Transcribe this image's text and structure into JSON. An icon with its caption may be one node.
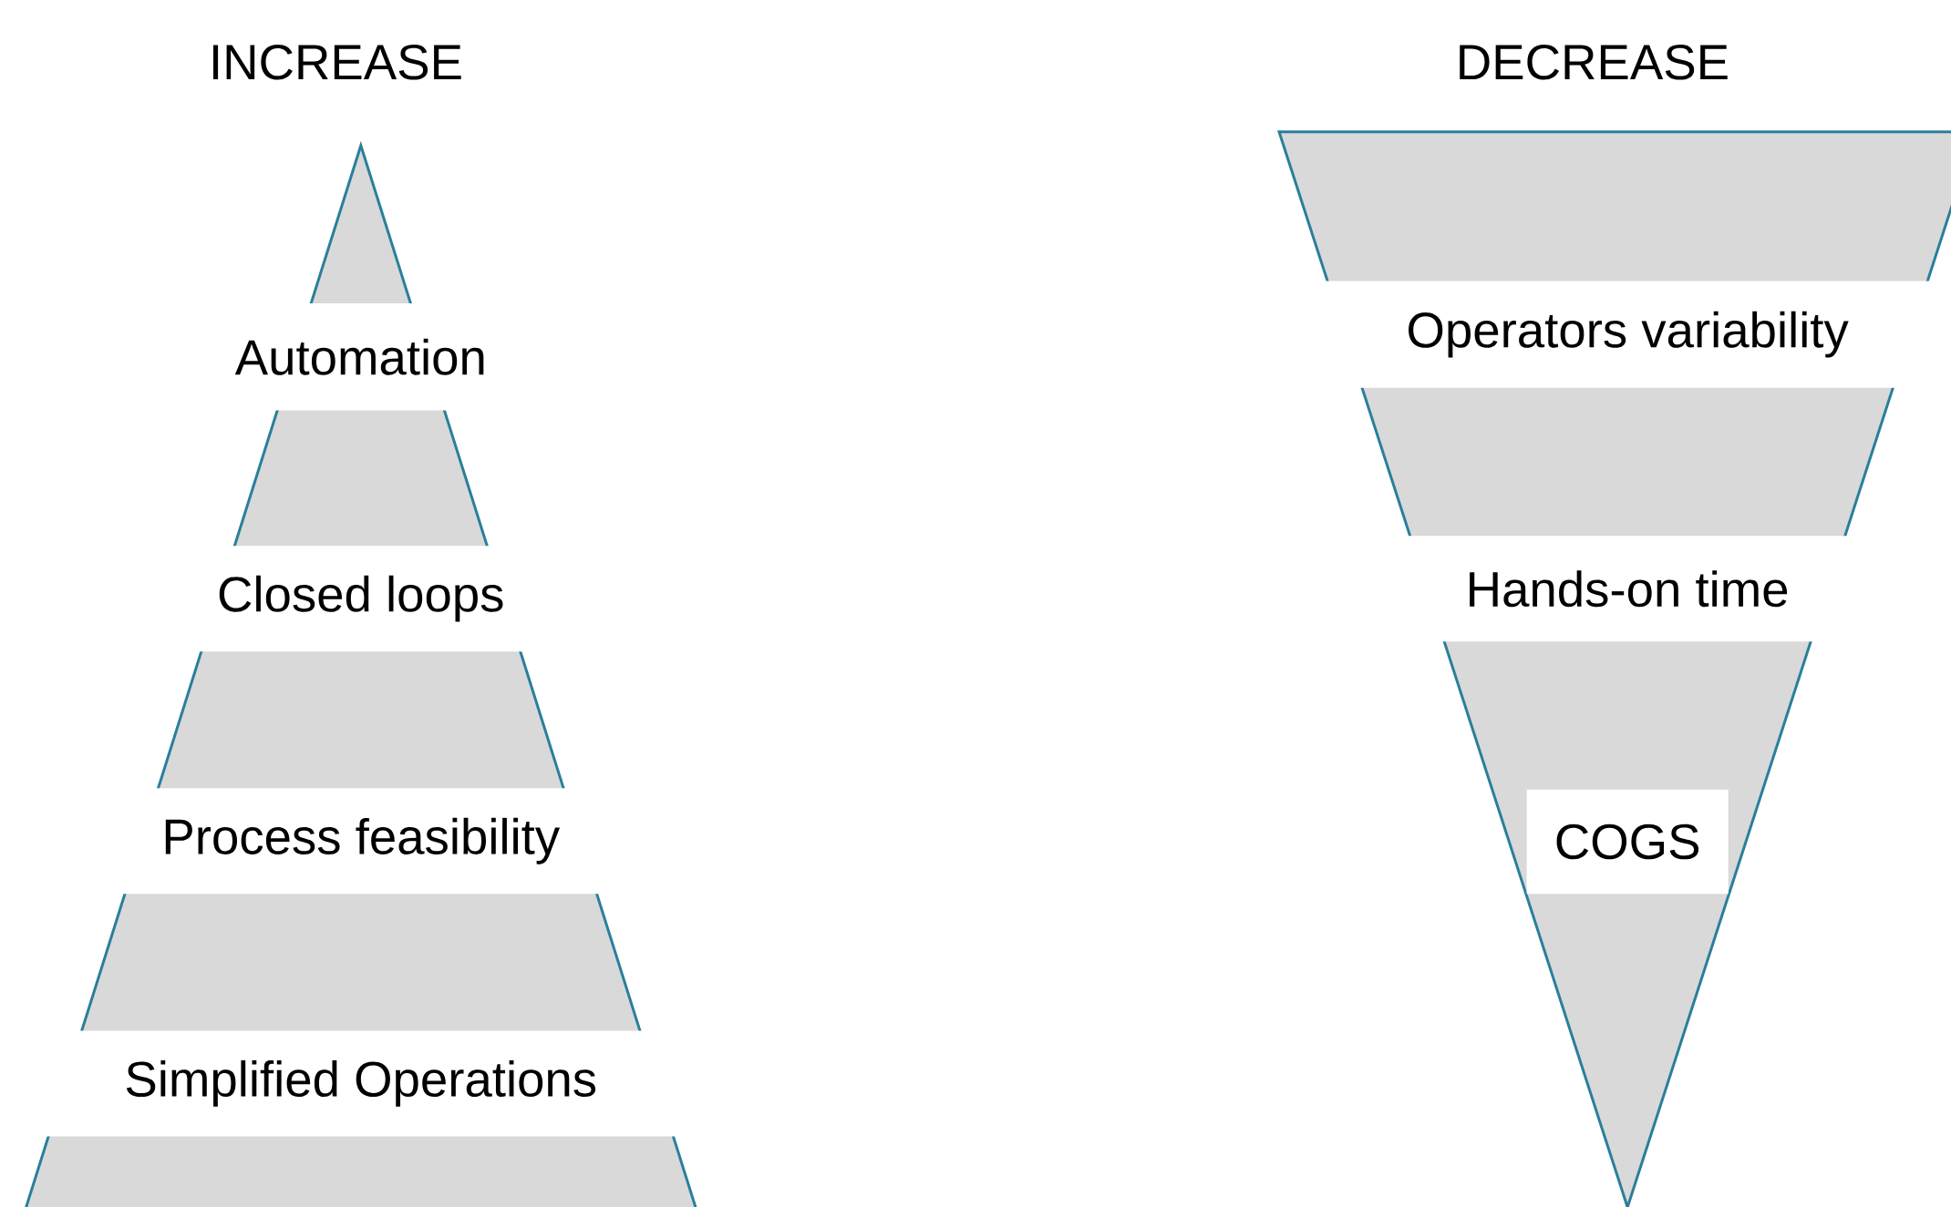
{
  "diagram": {
    "labels": [
      "INCREASE",
      "DECREASE",
      "Automation",
      "Operators variability",
      "Closed loops",
      "Hands-on time",
      "Process feasibility",
      "COGS",
      "Simplified Operations"
    ]
  }
}
